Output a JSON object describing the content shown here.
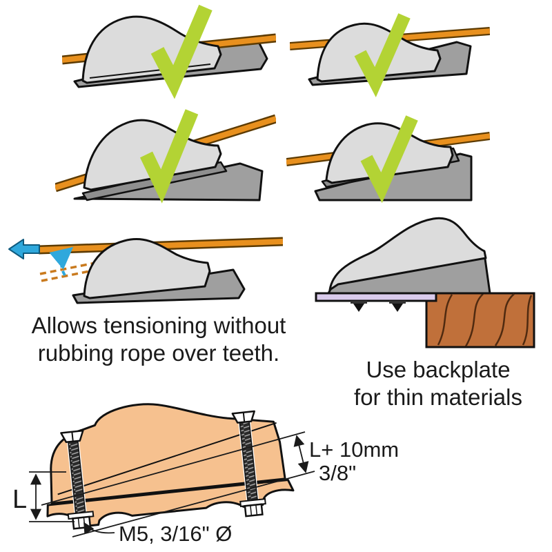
{
  "captions": {
    "tensioning": {
      "line1": "Allows tensioning without",
      "line2": "rubbing rope over teeth."
    },
    "backplate": {
      "line1": "Use backplate",
      "line2": "for thin materials"
    }
  },
  "dimensions": {
    "height_label": "L",
    "bolt_length_metric": "L+ 10mm",
    "bolt_length_imperial": "3/8\"",
    "bolt_spec": "M5, 3/16\" Ø"
  },
  "colors": {
    "check_green": "#B3D334",
    "rope_orange": "#E8901E",
    "rope_outline": "#5C3A00",
    "arrow_blue": "#2FA8DC",
    "wood_brown": "#C0703A",
    "backplate_lavender": "#DACBEC",
    "cleat_body_grey": "#DCDCDC",
    "cleat_base_grey": "#9F9F9F",
    "cross_section_tan": "#F6C18F",
    "outline_black": "#1A1A1A"
  },
  "icons": {
    "check": "check-icon",
    "pull_arrow": "pull-direction-arrow-icon",
    "lift_arrow": "rope-lift-arrow-icon"
  }
}
